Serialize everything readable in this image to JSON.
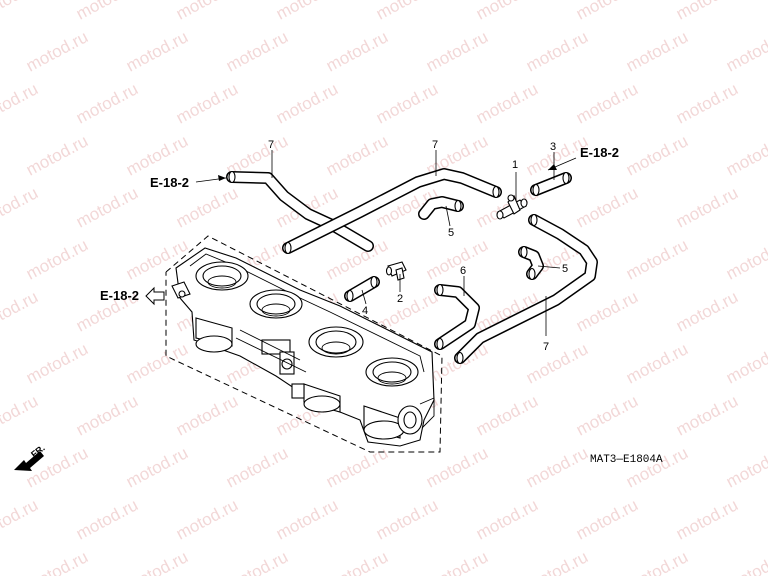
{
  "watermark": {
    "text": "motod.ru",
    "color": "#e9b8b8"
  },
  "diagram": {
    "drawing_code": "MAT3—E1804A",
    "front_marker": "FR.",
    "references": [
      {
        "id": "ref-top-left",
        "text": "E-18-2"
      },
      {
        "id": "ref-top-right",
        "text": "E-18-2"
      },
      {
        "id": "ref-left",
        "text": "E-18-2"
      }
    ],
    "callouts": [
      {
        "id": "hose-7-left",
        "number": "7"
      },
      {
        "id": "hose-7-center",
        "number": "7"
      },
      {
        "id": "hose-7-right",
        "number": "7"
      },
      {
        "id": "hose-5-center",
        "number": "5"
      },
      {
        "id": "hose-5-right",
        "number": "5"
      },
      {
        "id": "joint-1",
        "number": "1"
      },
      {
        "id": "joint-2",
        "number": "2"
      },
      {
        "id": "hose-3",
        "number": "3"
      },
      {
        "id": "hose-4",
        "number": "4"
      },
      {
        "id": "hose-6",
        "number": "6"
      }
    ]
  }
}
